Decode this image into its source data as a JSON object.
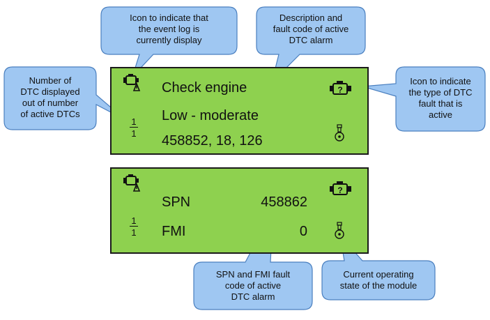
{
  "panel1": {
    "line1": "Check engine",
    "line2": "Low - moderate",
    "line3": "458852, 18, 126",
    "counter_top": "1",
    "counter_bottom": "1"
  },
  "panel2": {
    "spn_label": "SPN",
    "spn_value": "458862",
    "fmi_label": "FMI",
    "fmi_value": "0",
    "counter_top": "1",
    "counter_bottom": "1"
  },
  "callouts": {
    "event_log_icon": [
      "Icon to indicate that",
      "the event log is",
      "currently display"
    ],
    "description": [
      "Description and",
      "fault code of active",
      "DTC alarm"
    ],
    "dtc_count": [
      "Number of",
      "DTC displayed",
      "out of number",
      "of active DTCs"
    ],
    "dtc_type_icon": [
      "Icon to indicate",
      "the type of DTC",
      "fault that is",
      "active"
    ],
    "spn_fmi": [
      "SPN and FMI fault",
      "code of active",
      "DTC alarm"
    ],
    "operating_state": [
      "Current operating",
      "state of the module"
    ]
  },
  "colors": {
    "panel": "#8ed14f",
    "bubble_fill": "#9fc7f2",
    "bubble_stroke": "#4a7fbf"
  }
}
